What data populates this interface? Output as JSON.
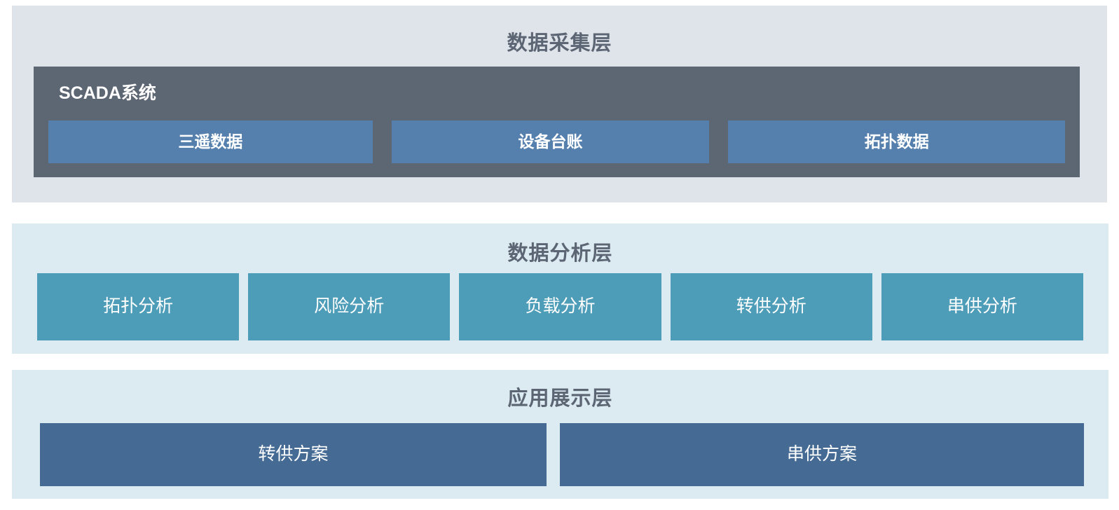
{
  "diagram": {
    "type": "layered-architecture",
    "background": "#ffffff",
    "layers": [
      {
        "id": "collect",
        "title": "数据采集层",
        "panel_color": "#dfe3ea",
        "title_color": "#5b6573",
        "group": {
          "label": "SCADA系统",
          "color": "#5d6673",
          "label_color": "#ffffff"
        },
        "nodes": [
          {
            "label": "三遥数据",
            "color": "#5580ad"
          },
          {
            "label": "设备台账",
            "color": "#5580ad"
          },
          {
            "label": "拓扑数据",
            "color": "#5580ad"
          }
        ]
      },
      {
        "id": "analysis",
        "title": "数据分析层",
        "panel_color": "#dceaf1",
        "title_color": "#5b6573",
        "nodes": [
          {
            "label": "拓扑分析",
            "color": "#4d9cb8"
          },
          {
            "label": "风险分析",
            "color": "#4d9cb8"
          },
          {
            "label": "负载分析",
            "color": "#4d9cb8"
          },
          {
            "label": "转供分析",
            "color": "#4d9cb8"
          },
          {
            "label": "串供分析",
            "color": "#4d9cb8"
          }
        ]
      },
      {
        "id": "app",
        "title": "应用展示层",
        "panel_color": "#dceaf1",
        "title_color": "#5b6573",
        "nodes": [
          {
            "label": "转供方案",
            "color": "#456b94"
          },
          {
            "label": "串供方案",
            "color": "#456b94"
          }
        ]
      }
    ]
  }
}
